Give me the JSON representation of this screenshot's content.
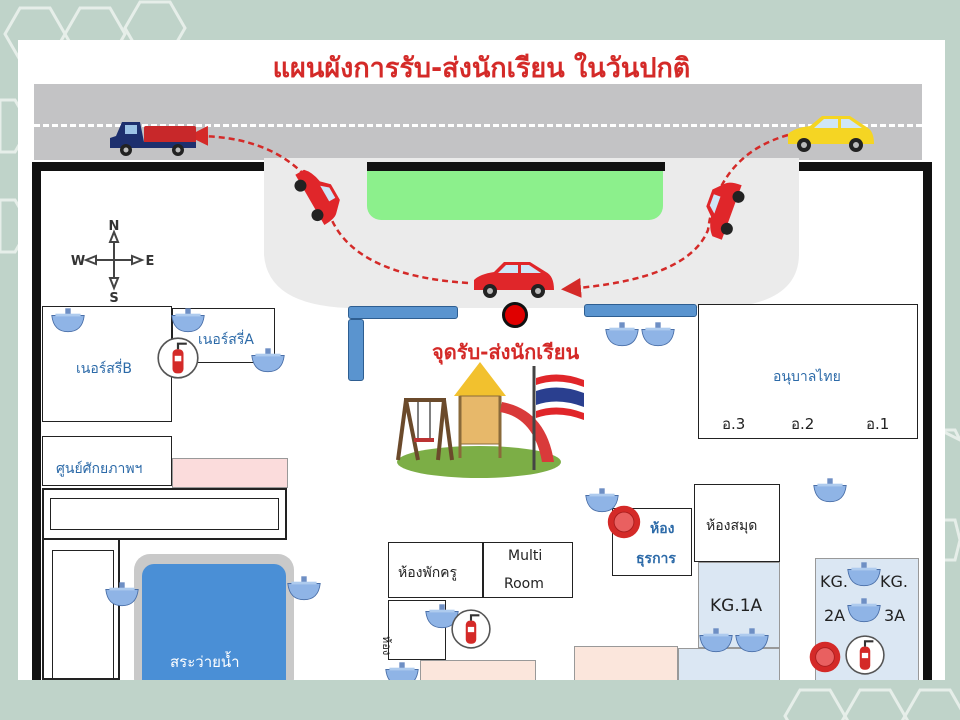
{
  "title": "แผนผังการรับ-ส่งนักเรียน ในวันปกติ",
  "compass": {
    "n": "N",
    "s": "S",
    "e": "E",
    "w": "W"
  },
  "pickup_point_label": "จุดรับ-ส่งนักเรียน",
  "rooms": {
    "nursery_b": "เนอร์สรี่B",
    "nursery_a": "เนอร์สรี่A",
    "potential_center": "ศูนย์ศักยภาพฯ",
    "thai_kindergarten": "อนุบาลไทย",
    "a3": "อ.3",
    "a2": "อ.2",
    "a1": "อ.1",
    "library": "ห้องสมุด",
    "office_line1": "ห้อง",
    "office_line2": "ธุรการ",
    "teacher_room": "ห้องพักครู",
    "multi_line1": "Multi",
    "multi_line2": "Room",
    "kg1a": "KG.1A",
    "kg2a_line1": "KG.",
    "kg2a_line2": "2A",
    "kg3a_line1": "KG.",
    "kg3a_line2": "3A",
    "pool": "สระว่ายน้ำ",
    "small_room": "ห้อง"
  },
  "colors": {
    "title": "#d42a28",
    "route": "#d42a28",
    "car_red": "#e0262a",
    "pool": "#4a8fd6",
    "lawn": "#8cf08c",
    "room_label": "#2c6aa8"
  }
}
